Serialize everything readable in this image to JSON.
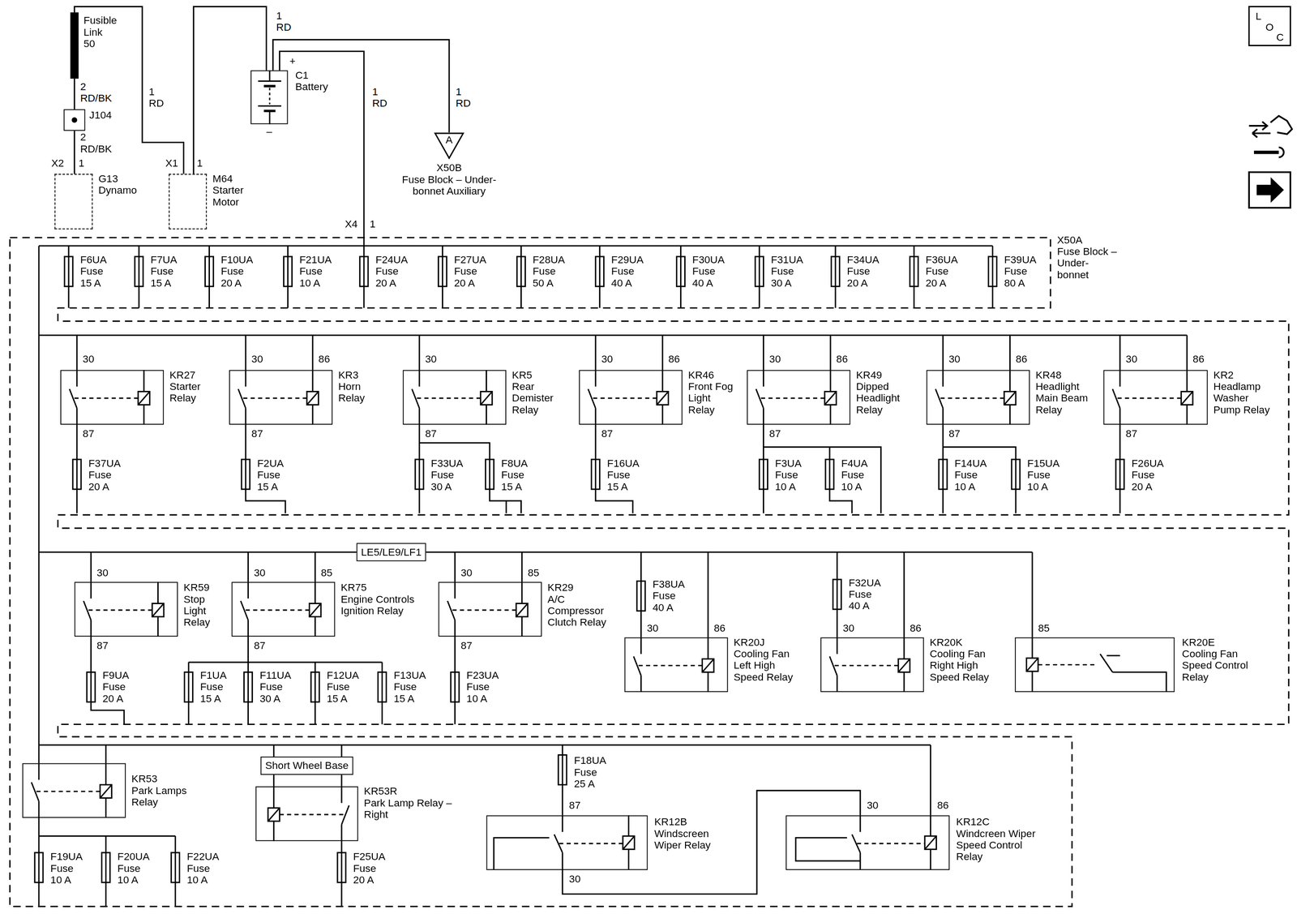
{
  "diagram": {
    "nodes": [
      {
        "text": [
          "Fusible Link",
          "50"
        ]
      },
      {
        "text": [
          "J104"
        ]
      },
      {
        "text": [
          "G13 Dynamo"
        ]
      },
      {
        "text": [
          "M64 Starter Motor"
        ]
      },
      {
        "text": [
          "C1 Battery"
        ]
      },
      {
        "text": [
          "A",
          "X50B",
          "Fuse Block – Under- bonnet Auxiliary"
        ]
      },
      {
        "text": [
          "X50A",
          "Fuse Block – Under- bonnet"
        ]
      },
      {
        "text": [
          "KR27",
          "Starter Relay"
        ],
        "in": 6
      },
      {
        "text": [
          "KR3",
          "Horn Relay"
        ],
        "in": 6
      },
      {
        "text": [
          "KR5",
          "Rear Demister Relay"
        ],
        "in": 6
      },
      {
        "text": [
          "KR46",
          "Front Fog Light Relay"
        ],
        "in": 6
      },
      {
        "text": [
          "KR49",
          "Dipped Headlight Relay"
        ],
        "in": 6
      },
      {
        "text": [
          "KR48",
          "Headlight Main Beam Relay"
        ],
        "in": 6
      },
      {
        "text": [
          "KR2",
          "Headlamp Washer Pump Relay"
        ],
        "in": 6
      },
      {
        "text": [
          "LE5/LE9/LF1"
        ],
        "in": 6
      },
      {
        "text": [
          "KR59",
          "Stop Light Relay"
        ],
        "in": 6
      },
      {
        "text": [
          "KR75",
          "Engine Controls Ignition Relay"
        ],
        "in": 6
      },
      {
        "text": [
          "KR29",
          "A/C Compressor Clutch Relay"
        ],
        "in": 6
      },
      {
        "text": [
          "KR20J",
          "Cooling Fan Left High Speed Relay"
        ],
        "in": 6
      },
      {
        "text": [
          "KR20K",
          "Cooling Fan Right High Speed Relay"
        ],
        "in": 6
      },
      {
        "text": [
          "KR20E",
          "Cooling Fan Speed Control Relay"
        ],
        "in": 6
      },
      {
        "text": [
          "KR53",
          "Park Lamps Relay"
        ],
        "in": 6
      },
      {
        "text": [
          "Short Wheel Base"
        ],
        "in": 6
      },
      {
        "text": [
          "KR53R",
          "Park Lamp Relay – Right"
        ],
        "in": 6
      },
      {
        "text": [
          "KR12B",
          "Windscreen Wiper Relay"
        ],
        "in": 6
      },
      {
        "text": [
          "KR12C",
          "Windcreen Wiper Speed Control Relay"
        ],
        "in": 6
      }
    ],
    "edges": [
      {
        "from": 0,
        "to": 1,
        "label": "2 RD/BK",
        "arrow": "none"
      },
      {
        "from": 1,
        "to": 2,
        "label": "2 RD/BK",
        "arrow": "none"
      },
      {
        "from": 0,
        "to": 3,
        "label": "1 RD",
        "arrow": "none"
      },
      {
        "from": 4,
        "to": 3,
        "label": "1 RD",
        "arrow": "none"
      },
      {
        "from": 4,
        "to": 6,
        "label": "1 RD",
        "arrow": "none"
      },
      {
        "from": 4,
        "to": 5,
        "label": "1 RD",
        "arrow": "none"
      },
      {
        "from": 24,
        "to": 25,
        "arrow": "none"
      }
    ],
    "labels": [
      "X2",
      "1",
      "X1",
      "1",
      "+",
      "–",
      "X4",
      "1",
      "L",
      "O",
      "C",
      "F6UA Fuse 15 A",
      "F7UA Fuse 15 A",
      "F10UA Fuse 20 A",
      "F21UA Fuse 10 A",
      "F24UA Fuse 20 A",
      "F27UA Fuse 20 A",
      "F28UA Fuse 50 A",
      "F29UA Fuse 40 A",
      "F30UA Fuse 40 A",
      "F31UA Fuse 30 A",
      "F34UA Fuse 20 A",
      "F36UA Fuse 20 A",
      "F39UA Fuse 80 A",
      "30",
      "30",
      "86",
      "30",
      "30",
      "86",
      "30",
      "86",
      "30",
      "86",
      "30",
      "86",
      "87",
      "87",
      "87",
      "87",
      "87",
      "87",
      "87",
      "F37UA Fuse 20 A",
      "F2UA Fuse 15 A",
      "F33UA Fuse 30 A",
      "F8UA Fuse 15 A",
      "F16UA Fuse 15 A",
      "F3UA Fuse 10 A",
      "F4UA Fuse 10 A",
      "F14UA Fuse 10 A",
      "F15UA Fuse 10 A",
      "F26UA Fuse 20 A",
      "30",
      "30",
      "85",
      "30",
      "85",
      "87",
      "87",
      "87",
      "F38UA Fuse 40 A",
      "F32UA Fuse 40 A",
      "30",
      "86",
      "30",
      "86",
      "85",
      "F9UA Fuse 20 A",
      "F1UA Fuse 15 A",
      "F11UA Fuse 30 A",
      "F12UA Fuse 15 A",
      "F13UA Fuse 15 A",
      "F23UA Fuse 10 A",
      "F18UA Fuse 25 A",
      "87",
      "30",
      "86",
      "30",
      "F19UA Fuse 10 A",
      "F20UA Fuse 10 A",
      "F22UA Fuse 10 A",
      "F25UA Fuse 20 A"
    ]
  }
}
